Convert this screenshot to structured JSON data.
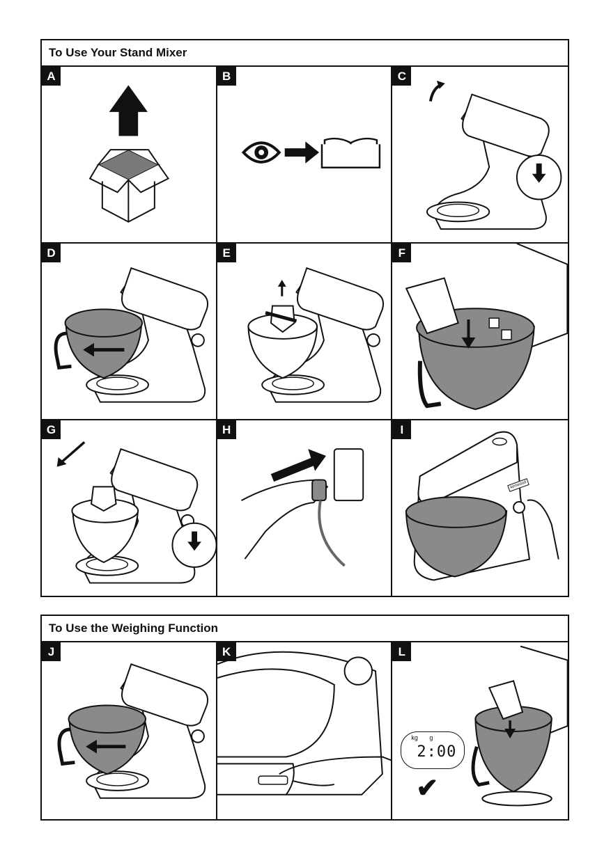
{
  "sections": [
    {
      "title": "To Use Your Stand Mixer",
      "steps": [
        {
          "label": "A"
        },
        {
          "label": "B"
        },
        {
          "label": "C"
        },
        {
          "label": "D"
        },
        {
          "label": "E"
        },
        {
          "label": "F"
        },
        {
          "label": "G"
        },
        {
          "label": "H"
        },
        {
          "label": "I"
        }
      ]
    },
    {
      "title": "To Use the Weighing Function",
      "steps": [
        {
          "label": "J"
        },
        {
          "label": "K"
        },
        {
          "label": "L"
        }
      ]
    }
  ],
  "display": {
    "unit_kg": "kg",
    "unit_g": "g",
    "reading": "2:00",
    "check": "✔"
  },
  "brand_badge": "kenwood",
  "colors": {
    "ink": "#111111",
    "bowl_fill": "#8a8a8a",
    "box_fill": "#7a7a7a"
  }
}
